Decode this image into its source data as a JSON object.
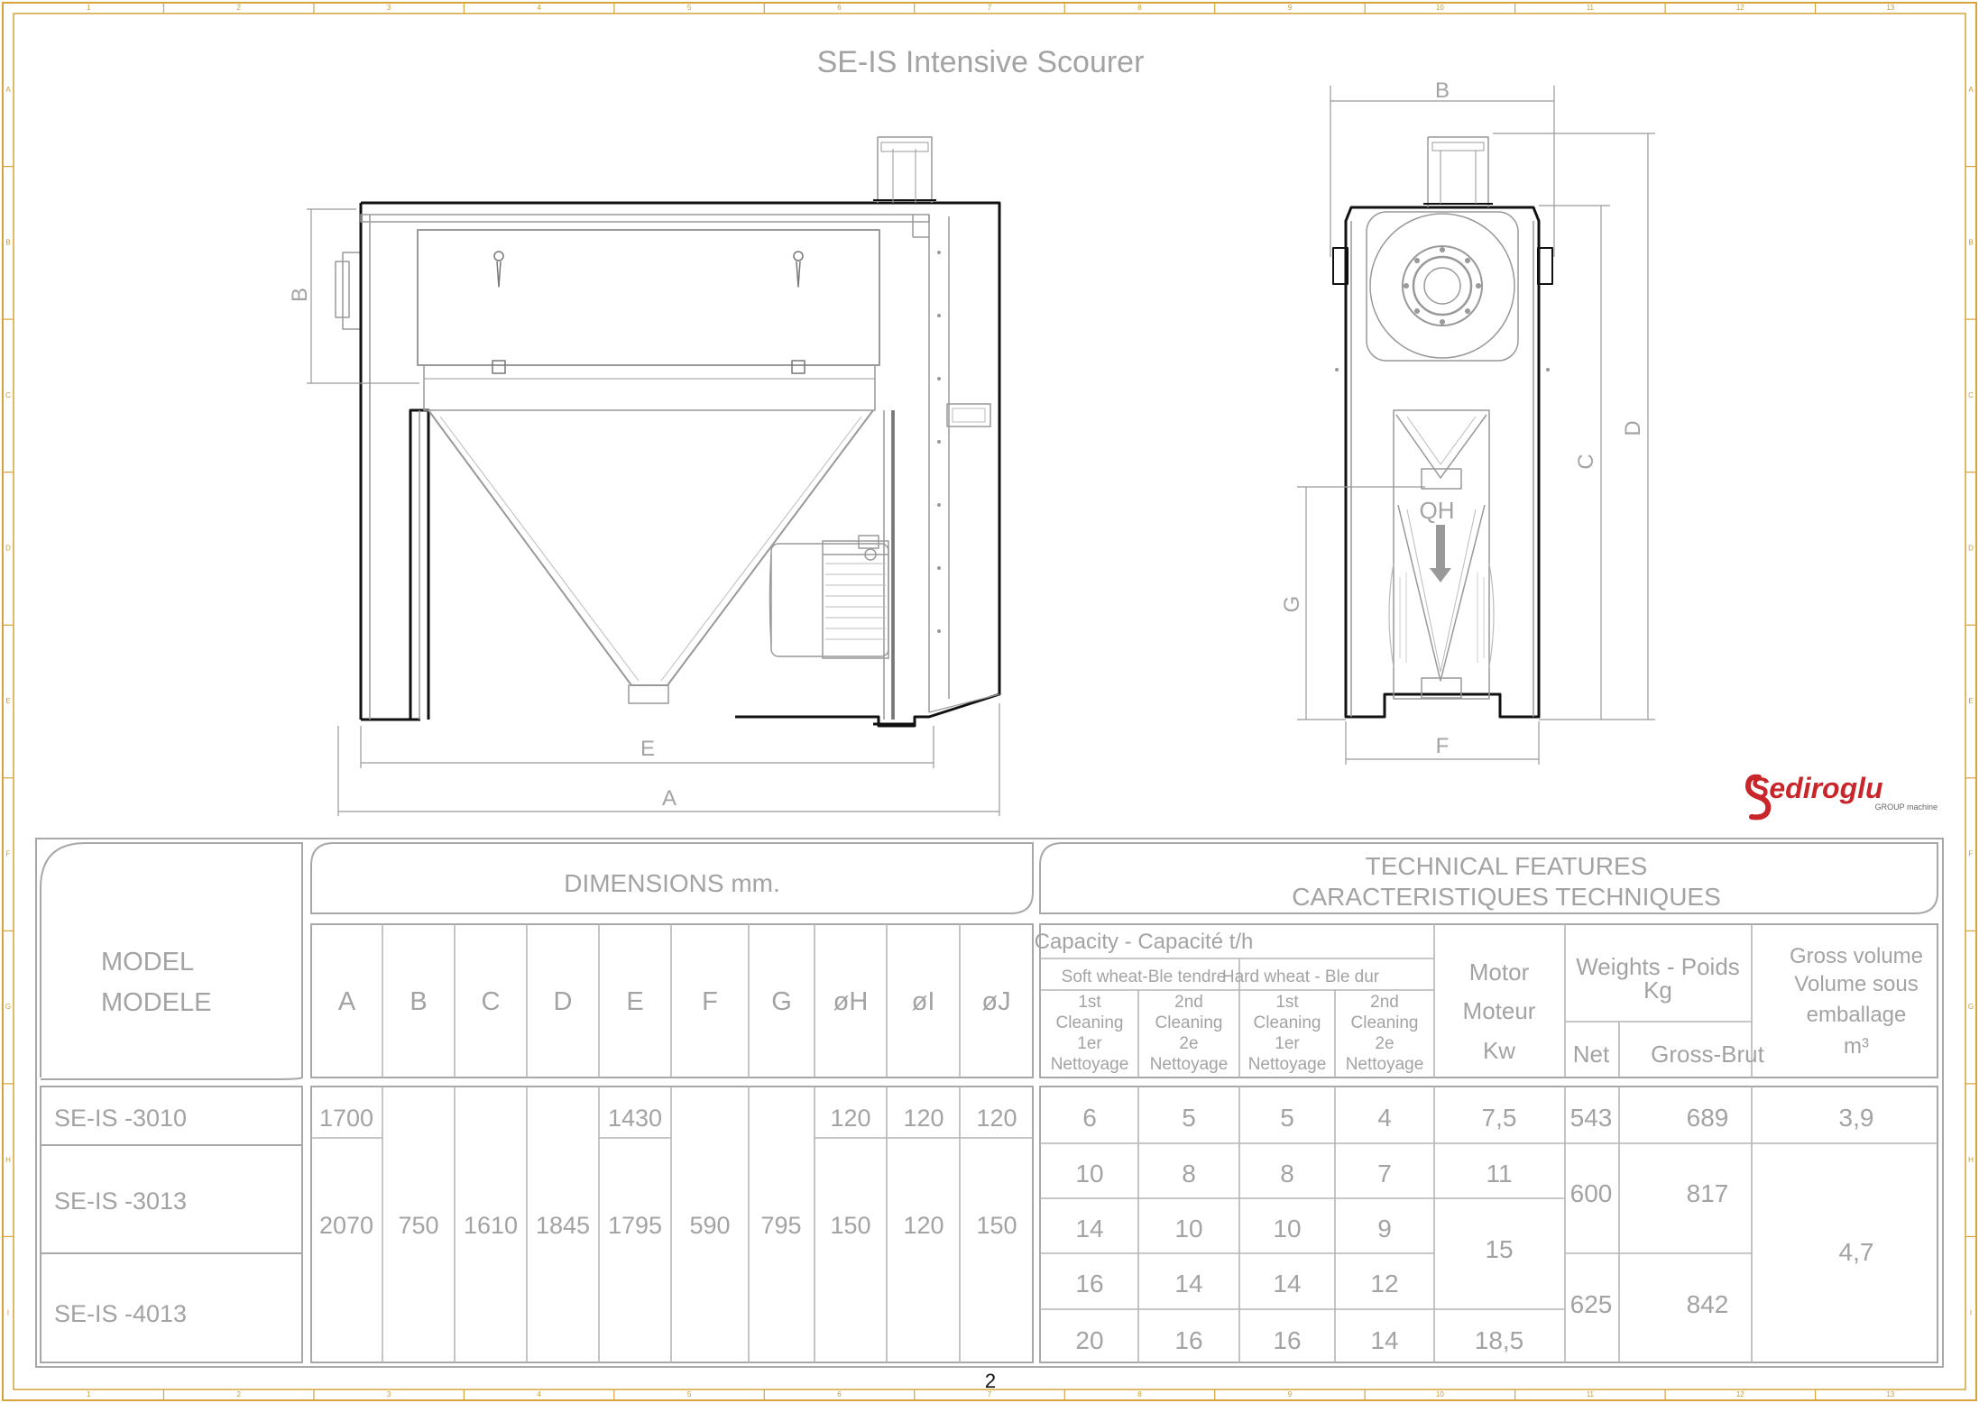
{
  "title": "SE-IS Intensive Scourer",
  "page_number": "2",
  "brand": {
    "name": "Sediroglu",
    "sub": "GROUP machine",
    "color": "#c8262b"
  },
  "colors": {
    "border": "#d6a43a",
    "line": "#a0a0a0",
    "text": "#a3a3a3",
    "ink": "#111111"
  },
  "drawing_labels": {
    "front_B": "B",
    "front_E": "E",
    "front_A": "A",
    "side_B": "B",
    "side_C": "C",
    "side_D": "D",
    "side_G": "G",
    "side_F": "F",
    "side_QH": "QH"
  },
  "ruler": {
    "top": [
      "1",
      "2",
      "3",
      "4",
      "5",
      "6",
      "7",
      "8",
      "9",
      "10",
      "11",
      "12",
      "13"
    ],
    "side": [
      "A",
      "B",
      "C",
      "D",
      "E",
      "F",
      "G",
      "H",
      "I"
    ]
  },
  "table": {
    "model_header": [
      "MODEL",
      "MODELE"
    ],
    "dimensions_header": "DIMENSIONS mm.",
    "features_header": [
      "TECHNICAL FEATURES",
      "CARACTERISTIQUES TECHNIQUES"
    ],
    "dim_cols": [
      "A",
      "B",
      "C",
      "D",
      "E",
      "F",
      "G",
      "øH",
      "øI",
      "øJ"
    ],
    "capacity_header": "Capacity - Capacité t/h",
    "soft_wheat": "Soft wheat-Ble tendre",
    "hard_wheat": "Hard wheat - Ble dur",
    "cleaning": {
      "first": [
        "1st",
        "Cleaning",
        "1er",
        "Nettoyage"
      ],
      "second": [
        "2nd",
        "Cleaning",
        "2e",
        "Nettoyage"
      ]
    },
    "motor": [
      "Motor",
      "Moteur",
      "Kw"
    ],
    "weights": [
      "Weights - Poids",
      "Kg"
    ],
    "net": "Net",
    "gross": "Gross-Brut",
    "gross_volume": [
      "Gross volume",
      "Volume sous",
      "emballage",
      "m³"
    ],
    "models": [
      "SE-IS -3010",
      "SE-IS -3013",
      "SE-IS -4013"
    ],
    "dims_3010": {
      "A": "1700",
      "E": "1430",
      "H": "120",
      "I": "120",
      "J": "120"
    },
    "dims_shared": {
      "A": "2070",
      "B": "750",
      "C": "1610",
      "D": "1845",
      "E": "1795",
      "F": "590",
      "G": "795",
      "H": "150",
      "I": "120",
      "J": "150"
    },
    "capacity_rows": [
      [
        "6",
        "5",
        "5",
        "4"
      ],
      [
        "10",
        "8",
        "8",
        "7"
      ],
      [
        "14",
        "10",
        "10",
        "9"
      ],
      [
        "16",
        "14",
        "14",
        "12"
      ],
      [
        "20",
        "16",
        "16",
        "14"
      ]
    ],
    "motor_values": [
      "7,5",
      "11",
      "15",
      "18,5"
    ],
    "net_values": [
      "543",
      "600",
      "625"
    ],
    "gross_values": [
      "689",
      "817",
      "842"
    ],
    "volume_values": [
      "3,9",
      "4,7"
    ]
  }
}
